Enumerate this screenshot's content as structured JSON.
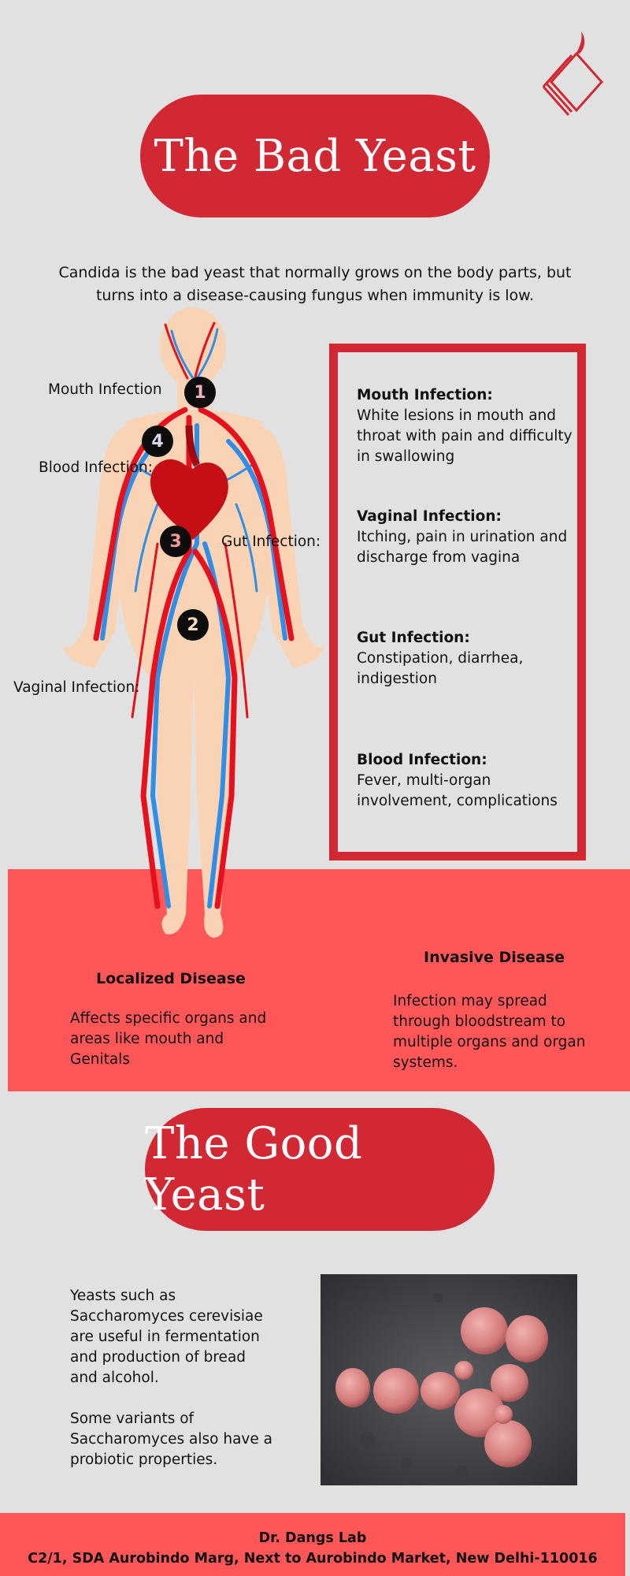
{
  "title_bad": "The Bad Yeast",
  "intro": "Candida is the bad yeast that normally grows on the body parts, but turns into a disease-causing fungus when immunity is low.",
  "figure_labels": {
    "mouth": "Mouth Infection",
    "blood": "Blood Infection:",
    "gut": "Gut Infection:",
    "vaginal": "Vaginal Infection:"
  },
  "markers": [
    "1",
    "4",
    "3",
    "2"
  ],
  "infections": [
    {
      "heading": "Mouth Infection:",
      "text": "White lesions in mouth and throat with pain and difficulty in swallowing"
    },
    {
      "heading": "Vaginal Infection:",
      "text": "Itching, pain in urination and discharge from vagina"
    },
    {
      "heading": "Gut Infection:",
      "text": "Constipation, diarrhea, indigestion"
    },
    {
      "heading": "Blood Infection:",
      "text": "Fever, multi-organ involvement, complications"
    }
  ],
  "diseases": {
    "localized": {
      "heading": "Localized Disease",
      "text": "Affects specific organs and areas like mouth and Genitals"
    },
    "invasive": {
      "heading": "Invasive Disease",
      "text": "Infection may spread through  bloodstream to multiple organs and organ systems."
    }
  },
  "title_good": "The Good Yeast",
  "good": {
    "p1": "Yeasts such as Saccharomyces cerevisiae are useful in fermentation and production of bread and alcohol.",
    "p2": "Some variants of Saccharomyces  also have a probiotic properties."
  },
  "footer": {
    "line1": "Dr. Dangs Lab",
    "line2": "C2/1, SDA Aurobindo Marg, Next to Aurobindo Market, New Delhi-110016"
  },
  "colors": {
    "background": "#e1e1e1",
    "brand_red": "#d22833",
    "salmon": "#ff5757",
    "skin": "#f9d3b4",
    "artery": "#e8101c",
    "vein": "#2f8ee8"
  }
}
